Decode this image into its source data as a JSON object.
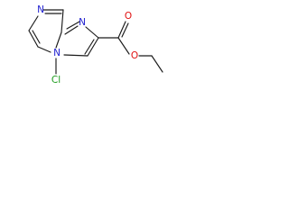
{
  "molecule": {
    "atoms": [
      {
        "id": "n7",
        "symbol": "N",
        "color": "#2020d0"
      },
      {
        "id": "n1",
        "symbol": "N",
        "color": "#2020d0"
      },
      {
        "id": "n4",
        "symbol": "N",
        "color": "#2020d0"
      },
      {
        "id": "o_carbonyl",
        "symbol": "O",
        "color": "#e01010"
      },
      {
        "id": "o_ester",
        "symbol": "O",
        "color": "#e01010"
      },
      {
        "id": "cl",
        "symbol": "Cl",
        "color": "#1a9a1a"
      }
    ],
    "bond_color": "#1a1a1a"
  }
}
